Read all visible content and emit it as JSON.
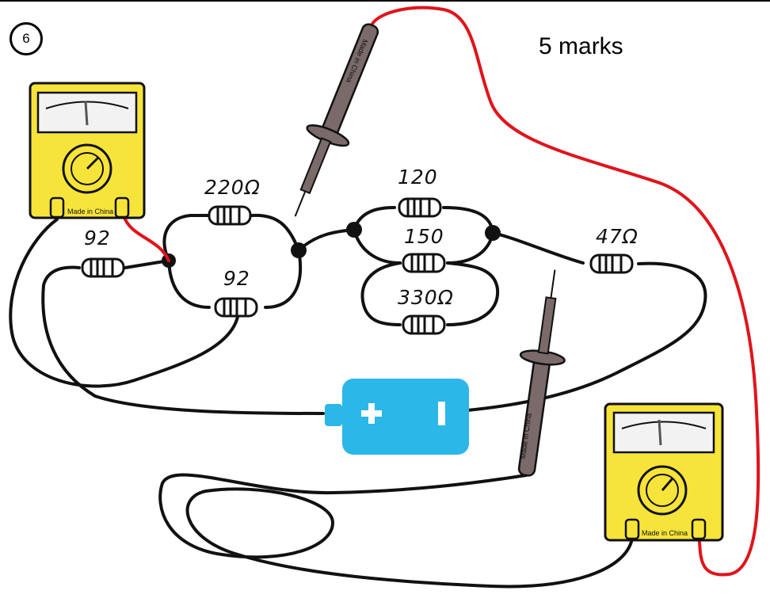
{
  "question": {
    "number": "6",
    "marks": "5 marks"
  },
  "resistors": {
    "r_220": "220Ω",
    "r_92_left": "92",
    "r_92_bottom": "92",
    "r_120": "120",
    "r_150": "150",
    "r_330": "330Ω",
    "r_47": "47Ω"
  },
  "meters": {
    "left_brand": "Made in China",
    "right_brand": "Made in China"
  },
  "probes": {
    "top_brand": "Made in China",
    "bottom_brand": "Made in China"
  },
  "battery": {
    "plus_symbol": "+",
    "minus_symbol": "|"
  },
  "colors": {
    "wire": "#111111",
    "red_wire": "#e0141b",
    "meter_body": "#f7e43a",
    "battery": "#2bb7e8",
    "probe": "#7a6a6a"
  }
}
